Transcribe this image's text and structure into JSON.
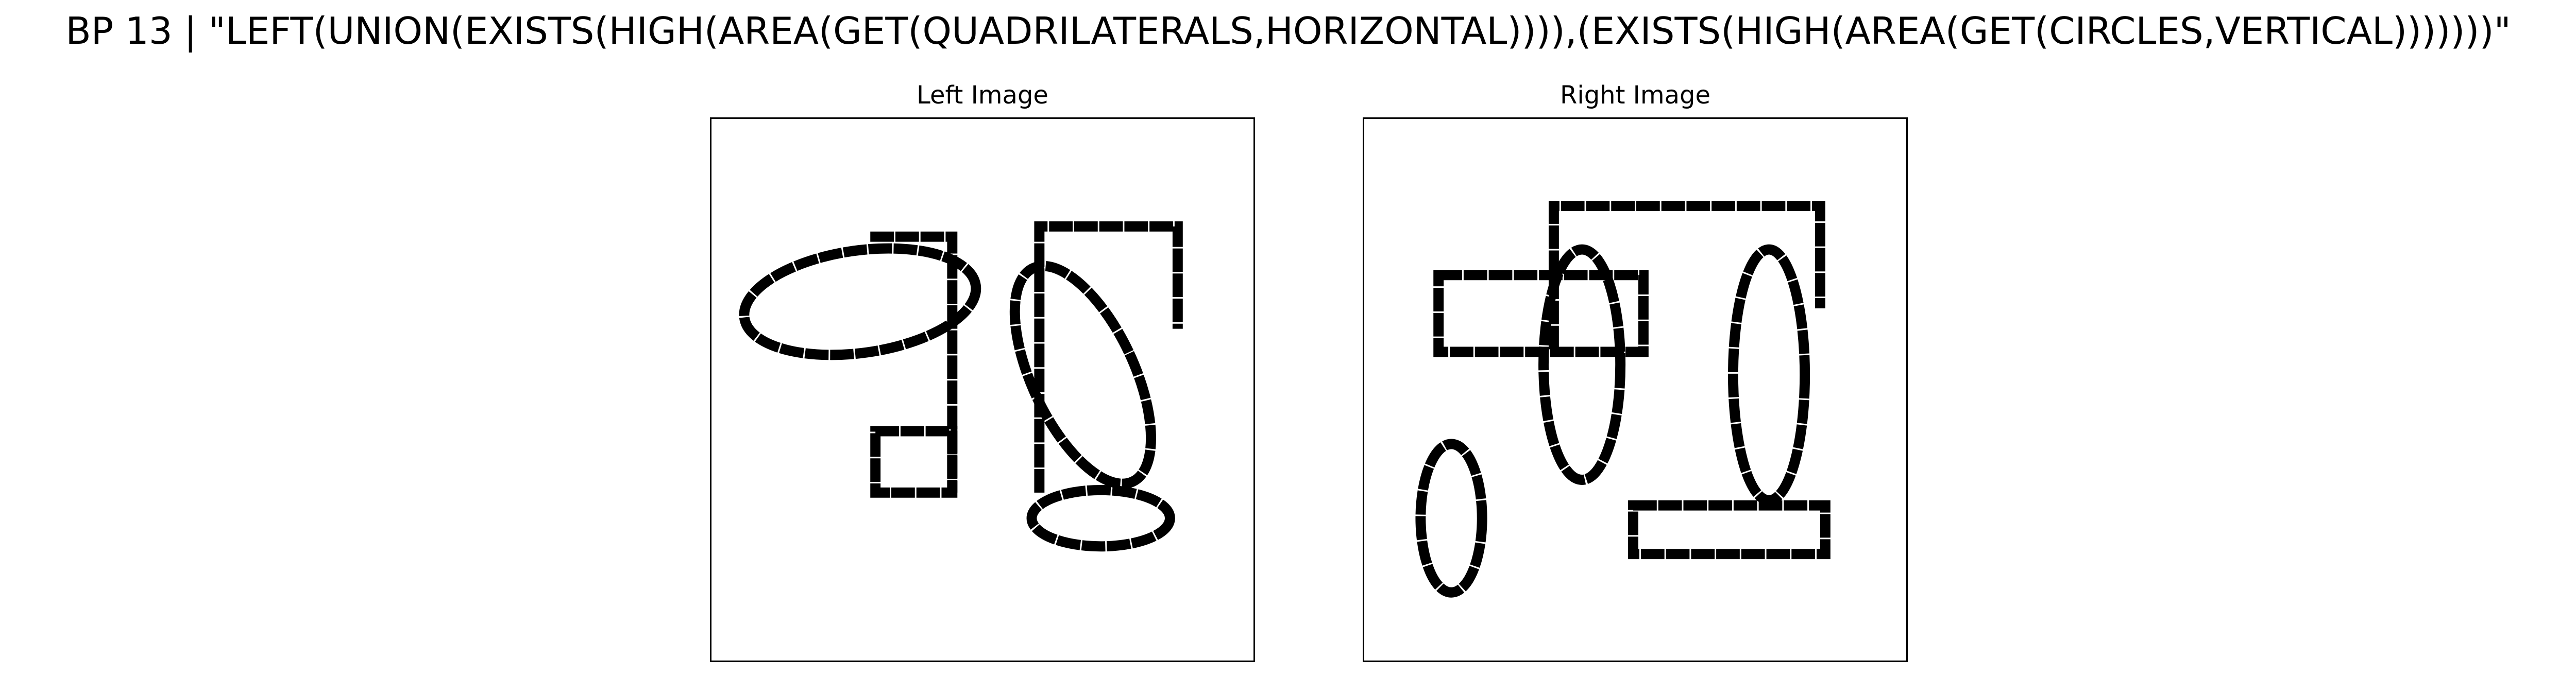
{
  "title": "BP 13 | \"LEFT(UNION(EXISTS(HIGH(AREA(GET(QUADRILATERALS,HORIZONTAL)))),(EXISTS(HIGH(AREA(GET(CIRCLES,VERTICAL)))))))\"",
  "panels": {
    "left": {
      "title": "Left Image"
    },
    "right": {
      "title": "Right Image"
    }
  },
  "colors": {
    "ink": "#000000",
    "background": "#ffffff"
  }
}
